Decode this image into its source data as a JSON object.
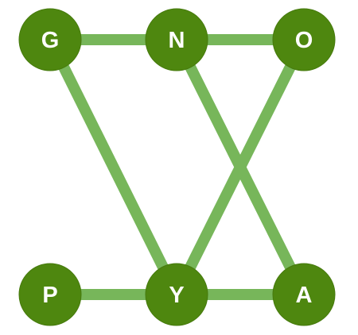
{
  "colors": {
    "background": "#ffffff",
    "node_fill": "#4e870f",
    "node_stroke": "#467a0d",
    "edge": "#77b65a",
    "letter": "#ffffff"
  },
  "nodes": [
    {
      "id": "G",
      "label": "G"
    },
    {
      "id": "N",
      "label": "N"
    },
    {
      "id": "O",
      "label": "O"
    },
    {
      "id": "P",
      "label": "P"
    },
    {
      "id": "Y",
      "label": "Y"
    },
    {
      "id": "A",
      "label": "A"
    }
  ],
  "edges": [
    {
      "from": "G",
      "to": "N"
    },
    {
      "from": "N",
      "to": "O"
    },
    {
      "from": "G",
      "to": "Y"
    },
    {
      "from": "N",
      "to": "A"
    },
    {
      "from": "O",
      "to": "Y"
    },
    {
      "from": "P",
      "to": "Y"
    },
    {
      "from": "Y",
      "to": "A"
    }
  ]
}
